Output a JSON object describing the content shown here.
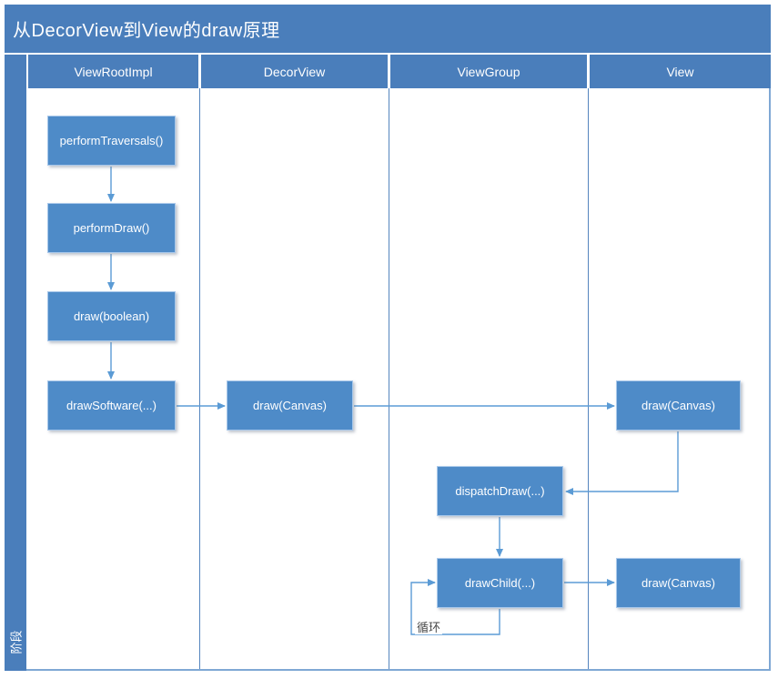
{
  "title": "从DecorView到View的draw原理",
  "phase_label": "阶段",
  "loop_label": "循环",
  "colors": {
    "frame_blue": "#4A7EBB",
    "node_fill": "#4E8BC8",
    "node_border": "#A9C8EA",
    "connector_blue": "#5B9BD5",
    "lane_line": "#5585BE",
    "text_white": "#FFFFFF"
  },
  "lanes": [
    {
      "label": "ViewRootImpl"
    },
    {
      "label": "DecorView"
    },
    {
      "label": "ViewGroup"
    },
    {
      "label": "View"
    }
  ],
  "nodes": [
    {
      "id": "performTraversals",
      "lane": "ViewRootImpl",
      "label": "performTraversals()"
    },
    {
      "id": "performDraw",
      "lane": "ViewRootImpl",
      "label": "performDraw()"
    },
    {
      "id": "drawBoolean",
      "lane": "ViewRootImpl",
      "label": "draw(boolean)"
    },
    {
      "id": "drawSoftware",
      "lane": "ViewRootImpl",
      "label": "drawSoftware(...)"
    },
    {
      "id": "decorDraw",
      "lane": "DecorView",
      "label": "draw(Canvas)"
    },
    {
      "id": "viewDrawTop",
      "lane": "View",
      "label": "draw(Canvas)"
    },
    {
      "id": "dispatchDraw",
      "lane": "ViewGroup",
      "label": "dispatchDraw(...)"
    },
    {
      "id": "drawChild",
      "lane": "ViewGroup",
      "label": "drawChild(...)"
    },
    {
      "id": "viewDrawBottom",
      "lane": "View",
      "label": "draw(Canvas)"
    }
  ],
  "edges": [
    {
      "from": "performTraversals",
      "to": "performDraw"
    },
    {
      "from": "performDraw",
      "to": "drawBoolean"
    },
    {
      "from": "drawBoolean",
      "to": "drawSoftware"
    },
    {
      "from": "drawSoftware",
      "to": "decorDraw"
    },
    {
      "from": "decorDraw",
      "to": "viewDrawTop"
    },
    {
      "from": "viewDrawTop",
      "to": "dispatchDraw"
    },
    {
      "from": "dispatchDraw",
      "to": "drawChild"
    },
    {
      "from": "drawChild",
      "to": "viewDrawBottom"
    },
    {
      "from": "drawChild",
      "to": "drawChild",
      "label": "循环"
    }
  ]
}
